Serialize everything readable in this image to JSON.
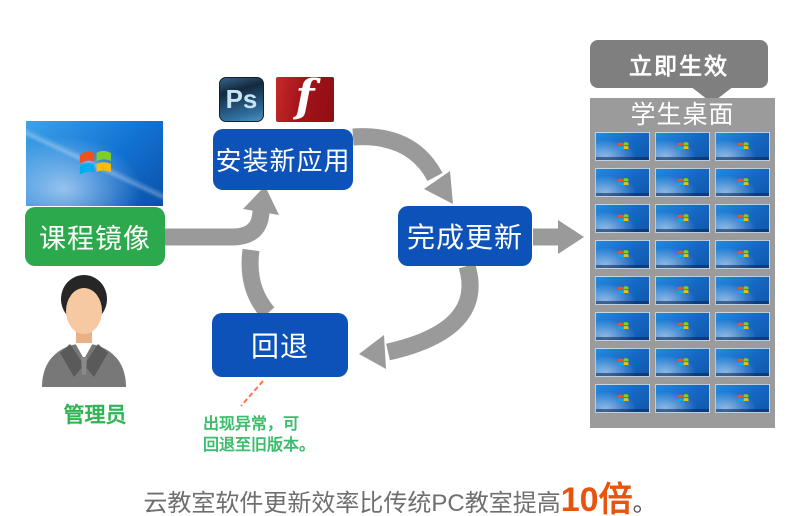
{
  "left": {
    "course_image_label": "课程镜像",
    "admin_label": "管理员"
  },
  "apps": {
    "photoshop_label": "Ps"
  },
  "cycle": {
    "install_label": "安装新应用",
    "complete_label": "完成更新",
    "rollback_label": "回退",
    "note_line1": "出现异常，可",
    "note_line2": "回退至旧版本。"
  },
  "right_panel": {
    "callout_label": "立即生效",
    "title": "学生桌面",
    "thumbnail_rows": 8,
    "thumbnail_cols": 3
  },
  "caption": {
    "prefix": "云教室软件更新效率比传统PC教室提高",
    "highlight": "10倍",
    "suffix": "。"
  },
  "colors": {
    "button_blue": "#0C52B8",
    "button_green": "#2BA94C",
    "arrow_gray": "#9A9A9A",
    "panel_gray": "#9B9B9B",
    "callout_gray": "#7F7F7F",
    "caption_gray": "#6F6F6F",
    "highlight_orange": "#E8540E",
    "note_green": "#3BBD6C",
    "leader_line_orange": "#FF7050"
  }
}
